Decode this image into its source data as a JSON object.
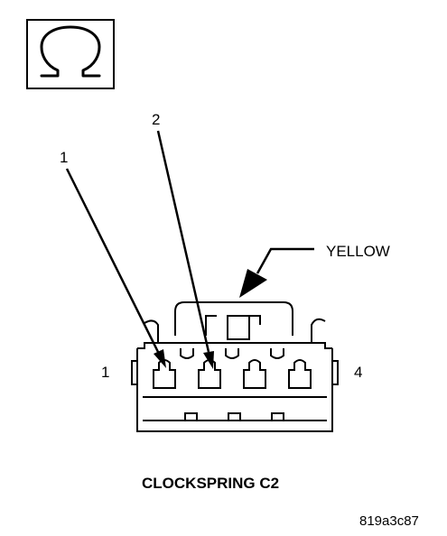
{
  "icon": {
    "name": "ohm-icon",
    "glyph": "Ω"
  },
  "callouts": {
    "pin_1_leader": "1",
    "pin_2_leader": "2",
    "wire_color": "YELLOW"
  },
  "pin_numbers": {
    "left": "1",
    "right": "4"
  },
  "caption": "CLOCKSPRING C2",
  "figure_id": "819a3c87",
  "colors": {
    "ink": "#000000",
    "background": "#ffffff"
  }
}
